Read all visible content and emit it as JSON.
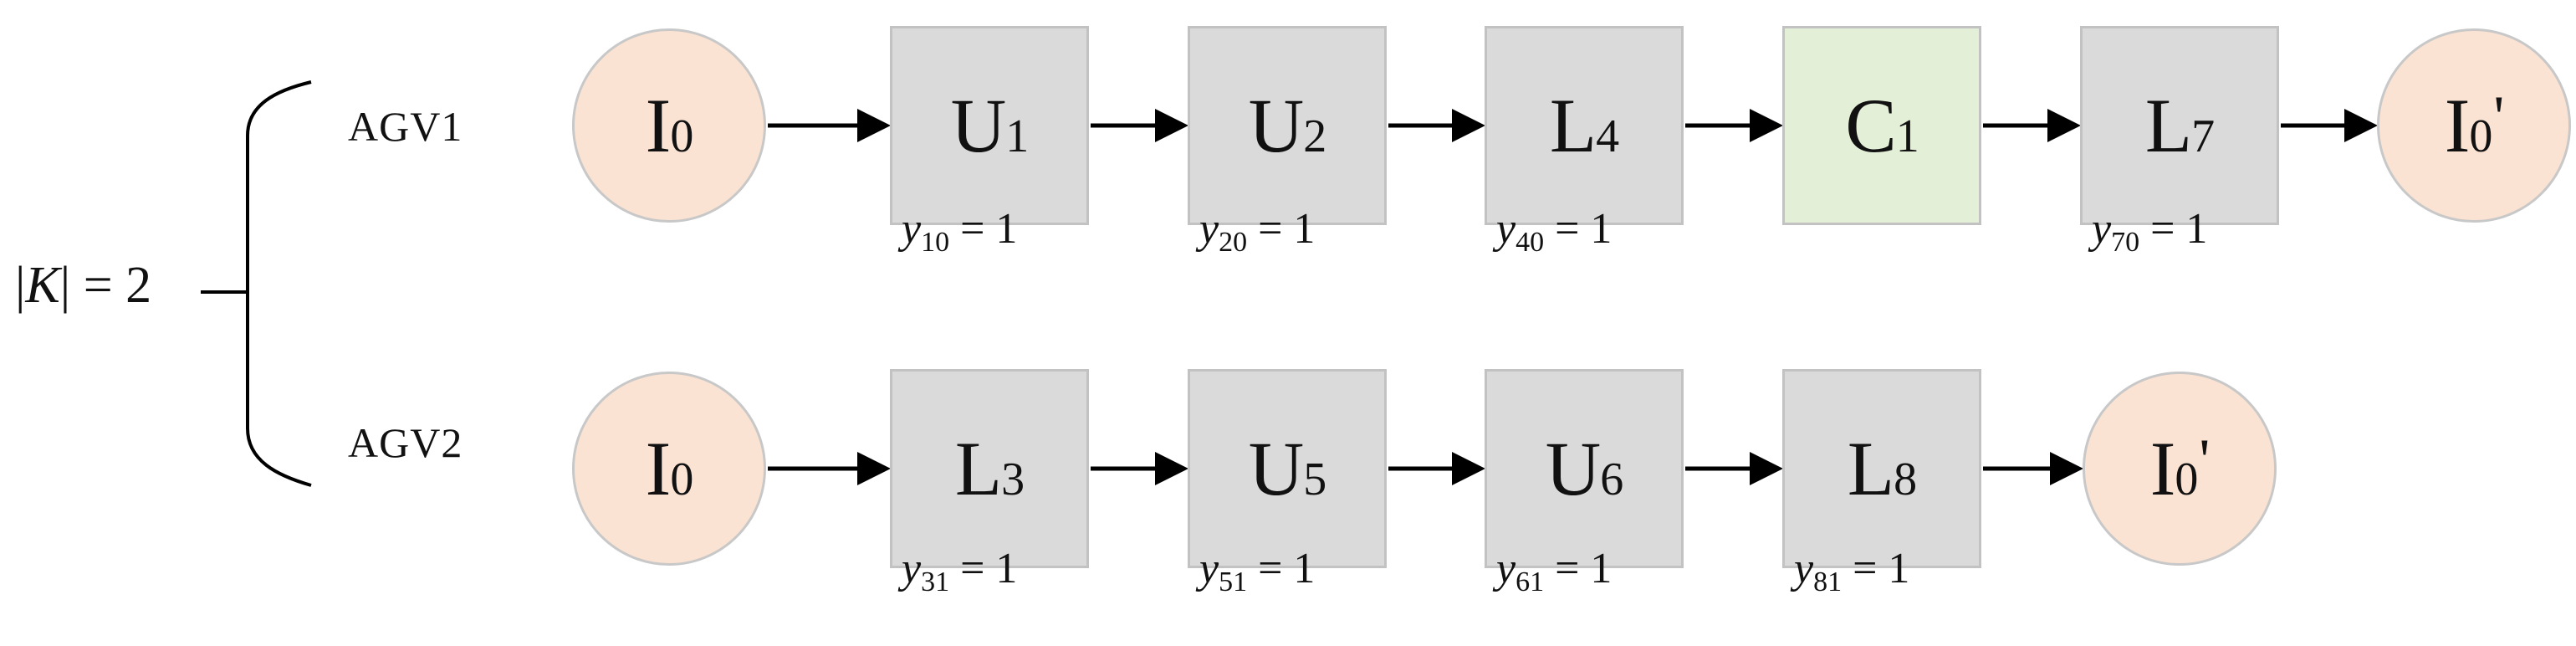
{
  "colors": {
    "depot": "#fbe3d3",
    "task": "#dadada",
    "charge": "#e3efd6",
    "line": "#000000"
  },
  "set_size": {
    "symbol": "K",
    "equals": "= 2"
  },
  "routes": [
    {
      "name": "AGV1",
      "nodes": [
        {
          "kind": "depot",
          "main": "I",
          "sub": "0",
          "prime": ""
        },
        {
          "kind": "task",
          "main": "U",
          "sub": "1",
          "prime": ""
        },
        {
          "kind": "task",
          "main": "U",
          "sub": "2",
          "prime": ""
        },
        {
          "kind": "task",
          "main": "L",
          "sub": "4",
          "prime": ""
        },
        {
          "kind": "charge",
          "main": "C",
          "sub": "1",
          "prime": ""
        },
        {
          "kind": "task",
          "main": "L",
          "sub": "7",
          "prime": ""
        },
        {
          "kind": "depot",
          "main": "I",
          "sub": "0",
          "prime": "'"
        }
      ],
      "vars": [
        {
          "node": 1,
          "y": "y",
          "sub": "10",
          "eq": "= 1"
        },
        {
          "node": 2,
          "y": "y",
          "sub": "20",
          "eq": "= 1"
        },
        {
          "node": 3,
          "y": "y",
          "sub": "40",
          "eq": "= 1"
        },
        {
          "node": 5,
          "y": "y",
          "sub": "70",
          "eq": "= 1"
        }
      ]
    },
    {
      "name": "AGV2",
      "nodes": [
        {
          "kind": "depot",
          "main": "I",
          "sub": "0",
          "prime": ""
        },
        {
          "kind": "task",
          "main": "L",
          "sub": "3",
          "prime": ""
        },
        {
          "kind": "task",
          "main": "U",
          "sub": "5",
          "prime": ""
        },
        {
          "kind": "task",
          "main": "U",
          "sub": "6",
          "prime": ""
        },
        {
          "kind": "task",
          "main": "L",
          "sub": "8",
          "prime": ""
        },
        {
          "kind": "depot",
          "main": "I",
          "sub": "0",
          "prime": "'"
        }
      ],
      "vars": [
        {
          "node": 1,
          "y": "y",
          "sub": "31",
          "eq": "= 1"
        },
        {
          "node": 2,
          "y": "y",
          "sub": "51",
          "eq": "= 1"
        },
        {
          "node": 3,
          "y": "y",
          "sub": "61",
          "eq": "= 1"
        },
        {
          "node": 4,
          "y": "y",
          "sub": "81",
          "eq": "= 1"
        }
      ]
    }
  ]
}
